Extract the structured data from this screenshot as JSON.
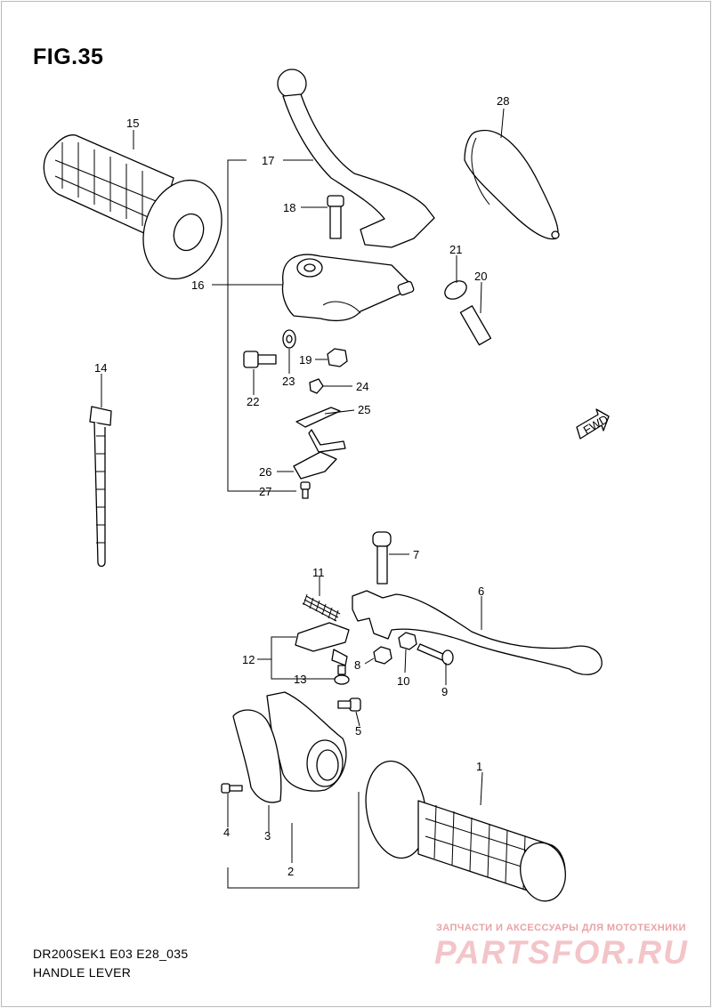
{
  "figure": {
    "title": "FIG.35",
    "model_code": "DR200SEK1 E03 E28_035",
    "name": "HANDLE LEVER"
  },
  "watermark": {
    "tagline": "ЗАПЧАСТИ И АКСЕССУАРЫ ДЛЯ МОТОТЕХНИКИ",
    "logo": "PARTSFOR.RU"
  },
  "direction_badge": "FWD",
  "callouts": [
    "1",
    "2",
    "3",
    "4",
    "5",
    "6",
    "7",
    "8",
    "9",
    "10",
    "11",
    "12",
    "13",
    "14",
    "15",
    "16",
    "17",
    "18",
    "19",
    "20",
    "21",
    "22",
    "23",
    "24",
    "25",
    "26",
    "27",
    "28"
  ]
}
